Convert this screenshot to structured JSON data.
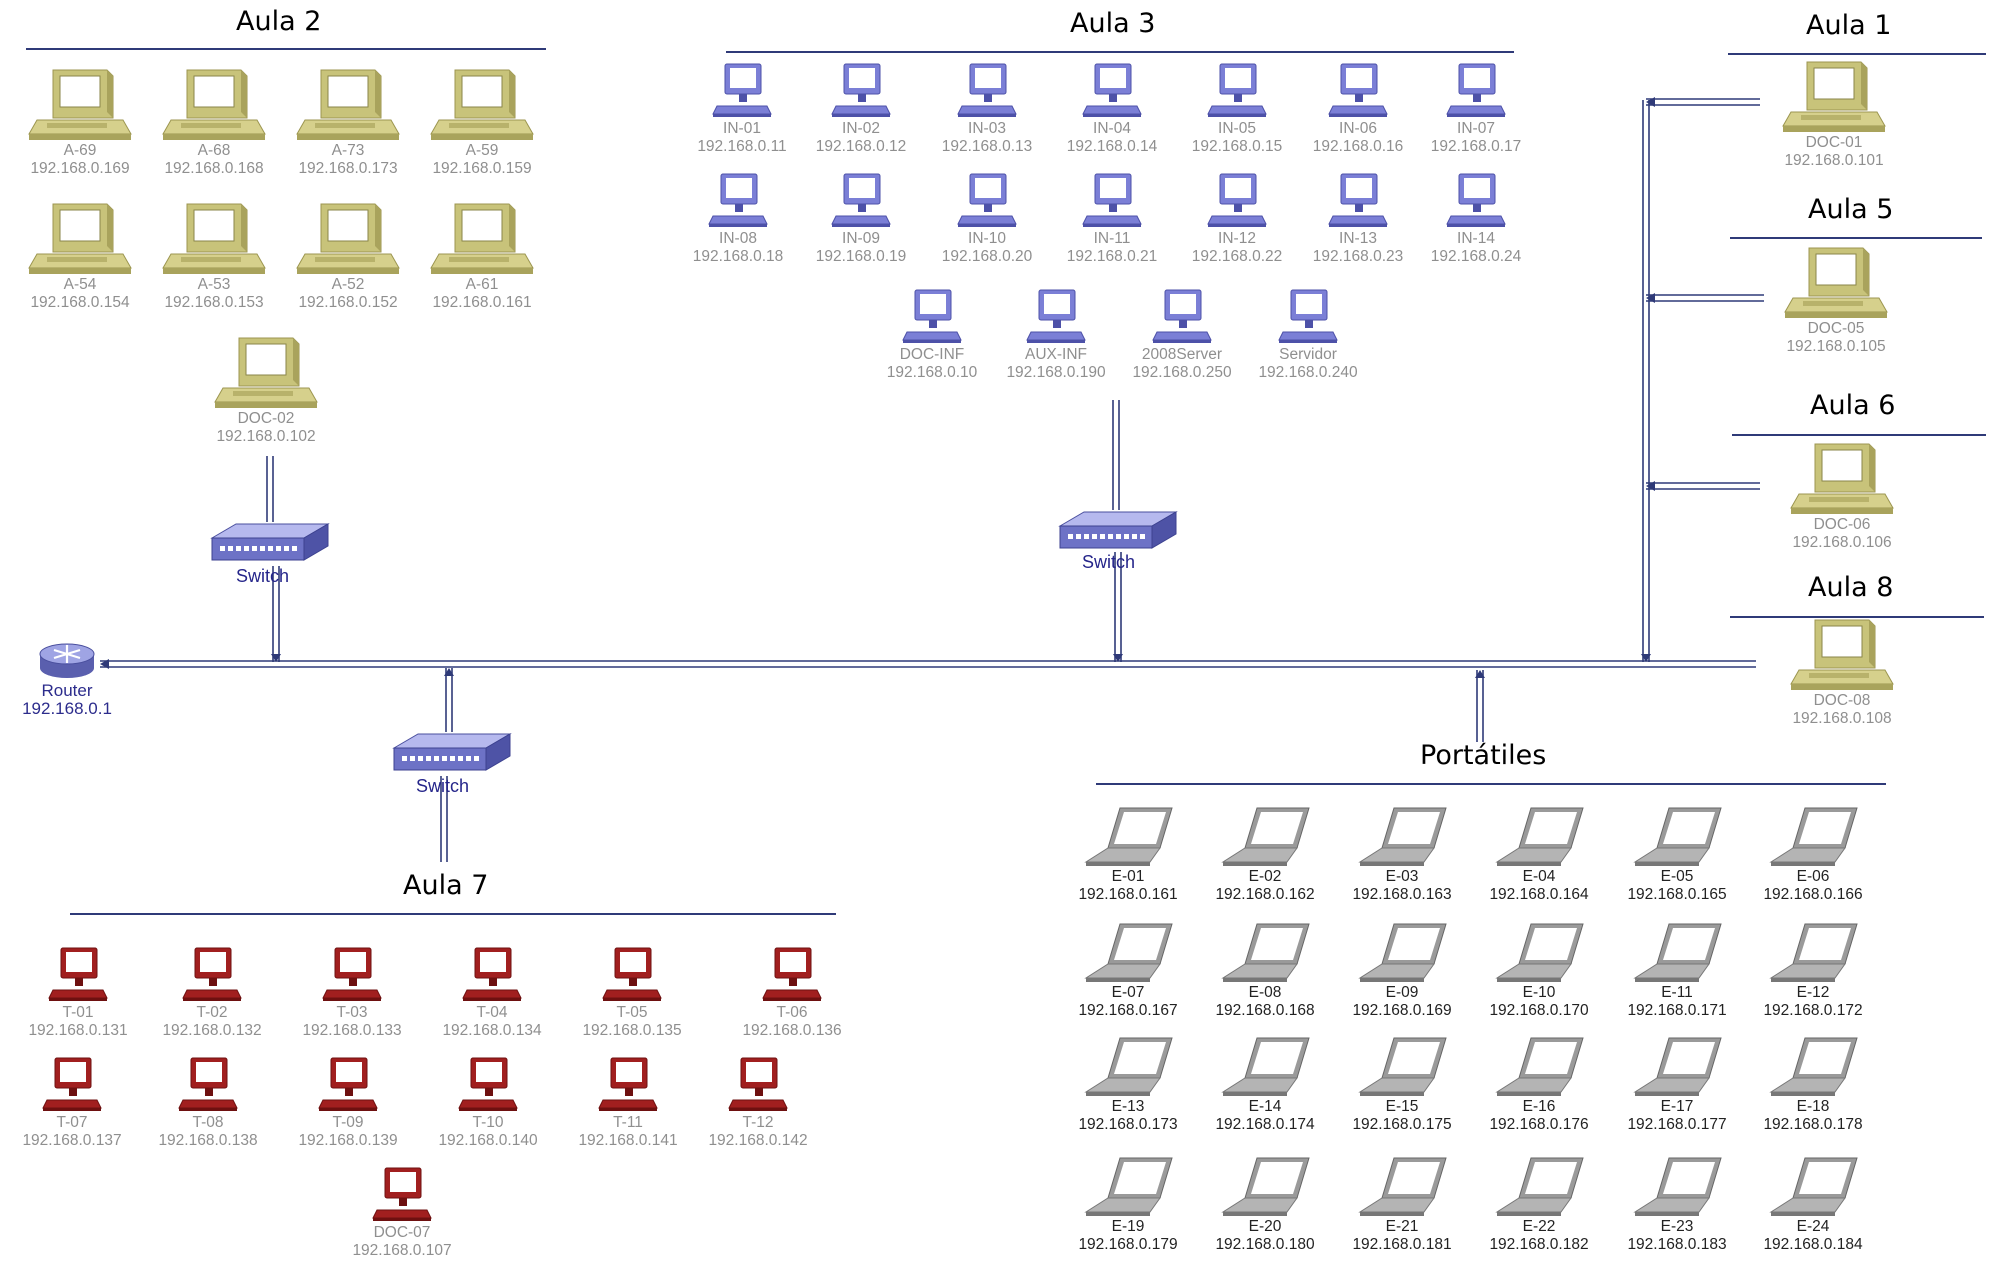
{
  "sections": {
    "aula2": "Aula 2",
    "aula3": "Aula 3",
    "aula1": "Aula 1",
    "aula5": "Aula 5",
    "aula6": "Aula 6",
    "aula8": "Aula 8",
    "aula7": "Aula 7",
    "portatiles": "Portátiles"
  },
  "router": {
    "label": "Router",
    "ip": "192.168.0.1"
  },
  "switch_label": "Switch",
  "aula2_pcs": [
    {
      "name": "A-69",
      "ip": "192.168.0.169"
    },
    {
      "name": "A-68",
      "ip": "192.168.0.168"
    },
    {
      "name": "A-73",
      "ip": "192.168.0.173"
    },
    {
      "name": "A-59",
      "ip": "192.168.0.159"
    },
    {
      "name": "A-54",
      "ip": "192.168.0.154"
    },
    {
      "name": "A-53",
      "ip": "192.168.0.153"
    },
    {
      "name": "A-52",
      "ip": "192.168.0.152"
    },
    {
      "name": "A-61",
      "ip": "192.168.0.161"
    },
    {
      "name": "DOC-02",
      "ip": "192.168.0.102"
    }
  ],
  "aula3_pcs": [
    {
      "name": "IN-01",
      "ip": "192.168.0.11"
    },
    {
      "name": "IN-02",
      "ip": "192.168.0.12"
    },
    {
      "name": "IN-03",
      "ip": "192.168.0.13"
    },
    {
      "name": "IN-04",
      "ip": "192.168.0.14"
    },
    {
      "name": "IN-05",
      "ip": "192.168.0.15"
    },
    {
      "name": "IN-06",
      "ip": "192.168.0.16"
    },
    {
      "name": "IN-07",
      "ip": "192.168.0.17"
    },
    {
      "name": "IN-08",
      "ip": "192.168.0.18"
    },
    {
      "name": "IN-09",
      "ip": "192.168.0.19"
    },
    {
      "name": "IN-10",
      "ip": "192.168.0.20"
    },
    {
      "name": "IN-11",
      "ip": "192.168.0.21"
    },
    {
      "name": "IN-12",
      "ip": "192.168.0.22"
    },
    {
      "name": "IN-13",
      "ip": "192.168.0.23"
    },
    {
      "name": "IN-14",
      "ip": "192.168.0.24"
    },
    {
      "name": "DOC-INF",
      "ip": "192.168.0.10"
    },
    {
      "name": "AUX-INF",
      "ip": "192.168.0.190"
    },
    {
      "name": "2008Server",
      "ip": "192.168.0.250"
    },
    {
      "name": "Servidor",
      "ip": "192.168.0.240"
    }
  ],
  "right_docs": [
    {
      "name": "DOC-01",
      "ip": "192.168.0.101"
    },
    {
      "name": "DOC-05",
      "ip": "192.168.0.105"
    },
    {
      "name": "DOC-06",
      "ip": "192.168.0.106"
    },
    {
      "name": "DOC-08",
      "ip": "192.168.0.108"
    }
  ],
  "aula7_pcs": [
    {
      "name": "T-01",
      "ip": "192.168.0.131"
    },
    {
      "name": "T-02",
      "ip": "192.168.0.132"
    },
    {
      "name": "T-03",
      "ip": "192.168.0.133"
    },
    {
      "name": "T-04",
      "ip": "192.168.0.134"
    },
    {
      "name": "T-05",
      "ip": "192.168.0.135"
    },
    {
      "name": "T-06",
      "ip": "192.168.0.136"
    },
    {
      "name": "T-07",
      "ip": "192.168.0.137"
    },
    {
      "name": "T-08",
      "ip": "192.168.0.138"
    },
    {
      "name": "T-09",
      "ip": "192.168.0.139"
    },
    {
      "name": "T-10",
      "ip": "192.168.0.140"
    },
    {
      "name": "T-11",
      "ip": "192.168.0.141"
    },
    {
      "name": "T-12",
      "ip": "192.168.0.142"
    },
    {
      "name": "DOC-07",
      "ip": "192.168.0.107"
    }
  ],
  "laptops": [
    {
      "name": "E-01",
      "ip": "192.168.0.161"
    },
    {
      "name": "E-02",
      "ip": "192.168.0.162"
    },
    {
      "name": "E-03",
      "ip": "192.168.0.163"
    },
    {
      "name": "E-04",
      "ip": "192.168.0.164"
    },
    {
      "name": "E-05",
      "ip": "192.168.0.165"
    },
    {
      "name": "E-06",
      "ip": "192.168.0.166"
    },
    {
      "name": "E-07",
      "ip": "192.168.0.167"
    },
    {
      "name": "E-08",
      "ip": "192.168.0.168"
    },
    {
      "name": "E-09",
      "ip": "192.168.0.169"
    },
    {
      "name": "E-10",
      "ip": "192.168.0.170"
    },
    {
      "name": "E-11",
      "ip": "192.168.0.171"
    },
    {
      "name": "E-12",
      "ip": "192.168.0.172"
    },
    {
      "name": "E-13",
      "ip": "192.168.0.173"
    },
    {
      "name": "E-14",
      "ip": "192.168.0.174"
    },
    {
      "name": "E-15",
      "ip": "192.168.0.175"
    },
    {
      "name": "E-16",
      "ip": "192.168.0.176"
    },
    {
      "name": "E-17",
      "ip": "192.168.0.177"
    },
    {
      "name": "E-18",
      "ip": "192.168.0.178"
    },
    {
      "name": "E-19",
      "ip": "192.168.0.179"
    },
    {
      "name": "E-20",
      "ip": "192.168.0.180"
    },
    {
      "name": "E-21",
      "ip": "192.168.0.181"
    },
    {
      "name": "E-22",
      "ip": "192.168.0.182"
    },
    {
      "name": "E-23",
      "ip": "192.168.0.183"
    },
    {
      "name": "E-24",
      "ip": "192.168.0.184"
    }
  ],
  "colors": {
    "line": "#2f3a78",
    "workstation": "#c8c37a",
    "monitor_blue": "#7b7fd6",
    "monitor_red": "#a11f1f",
    "laptop": "#9a9a9a"
  },
  "icons": {
    "workstation": "beige-desktop-computer-icon",
    "monitor_blue": "blue-monitor-icon",
    "monitor_red": "red-monitor-icon",
    "laptop": "laptop-icon",
    "switch": "network-switch-icon",
    "router": "router-icon"
  }
}
